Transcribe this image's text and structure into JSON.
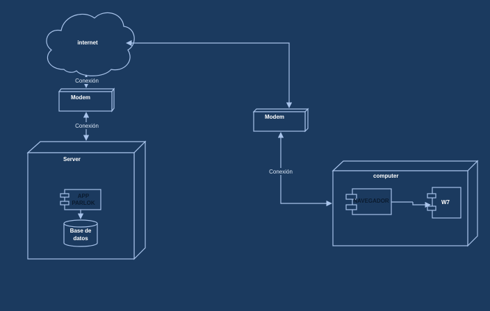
{
  "colors": {
    "background": "#1b3a5f",
    "stroke": "#a9c4eb",
    "text": "#ffffff"
  },
  "nodes": {
    "internet": {
      "label": "internet"
    },
    "modem_left": {
      "label": "Modem"
    },
    "modem_right": {
      "label": "Modem"
    },
    "server": {
      "label": "Server"
    },
    "app_component": {
      "label_line1": "APP",
      "label_line2": "PARLOK"
    },
    "database": {
      "label_line1": "Base de",
      "label_line2": "datos"
    },
    "computer": {
      "label": "computer"
    },
    "navegador": {
      "label": "NAVEGADOR"
    },
    "w7": {
      "label": "W7"
    }
  },
  "edges": {
    "internet_modem": {
      "label": "Conexión"
    },
    "modem_server": {
      "label": "Conexión"
    },
    "modem_computer": {
      "label": "Conexión"
    }
  }
}
